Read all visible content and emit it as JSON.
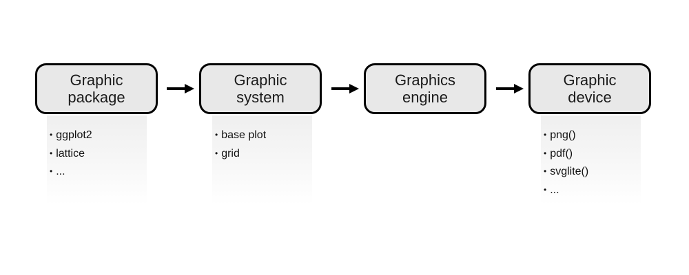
{
  "diagram": {
    "nodes": [
      {
        "id": "graphic-package",
        "lines": [
          "Graphic",
          "package"
        ],
        "items": [
          "ggplot2",
          "lattice",
          "..."
        ]
      },
      {
        "id": "graphic-system",
        "lines": [
          "Graphic",
          "system"
        ],
        "items": [
          "base plot",
          "grid"
        ]
      },
      {
        "id": "graphics-engine",
        "lines": [
          "Graphics",
          "engine"
        ],
        "items": []
      },
      {
        "id": "graphic-device",
        "lines": [
          "Graphic",
          "device"
        ],
        "items": [
          "png()",
          "pdf()",
          "svglite()",
          "..."
        ]
      }
    ],
    "edges": [
      {
        "from": "graphic-package",
        "to": "graphic-system"
      },
      {
        "from": "graphic-system",
        "to": "graphics-engine"
      },
      {
        "from": "graphics-engine",
        "to": "graphic-device"
      }
    ],
    "colors": {
      "box_fill": "#e8e8e8",
      "box_border": "#000000",
      "arrow": "#000000",
      "text": "#1a1a1a"
    }
  }
}
